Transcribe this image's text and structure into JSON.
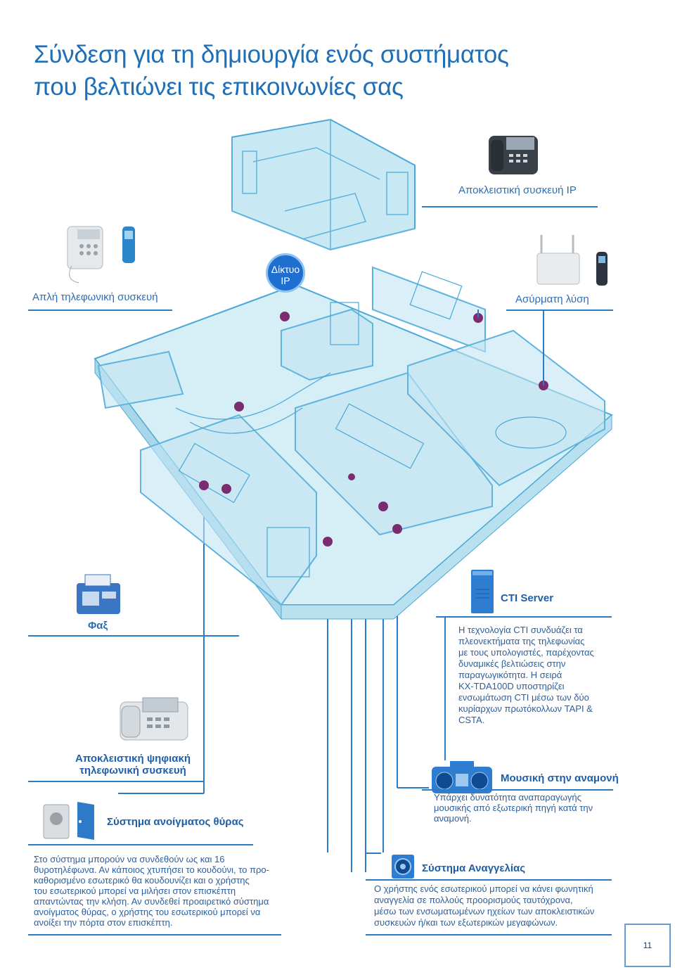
{
  "title": {
    "line1": "Σύνδεση για τη δημιουργία ενός συστήματος",
    "line2": "που βελτιώνει τις επικοινωνίες σας"
  },
  "ip_network": {
    "line1": "Δίκτυο",
    "line2": "IP"
  },
  "labels": {
    "ip_phone": "Αποκλειστική συσκευή IP",
    "analog_phone": "Απλή τηλεφωνική συσκευή",
    "wireless": "Ασύρματη λύση",
    "fax": "Φαξ",
    "digital_phone_1": "Αποκλειστική ψηφιακή",
    "digital_phone_2": "τηλεφωνική συσκευή",
    "door": "Σύστημα ανοίγματος θύρας",
    "music": "Μουσική στην αναμονή",
    "cti": "CTI Server",
    "paging": "Σύστημα Αναγγελίας"
  },
  "descriptions": {
    "cti": [
      "Η τεχνολογία CTI συνδυάζει τα",
      "πλεονεκτήματα της τηλεφωνίας",
      "με τους υπολογιστές, παρέχοντας",
      "δυναμικές βελτιώσεις στην",
      "παραγωγικότητα. Η σειρά",
      "KX-TDA100D υποστηρίζει",
      "ενσωμάτωση CTI μέσω των δύο",
      "κυρίαρχων πρωτόκολλων TAPI &",
      "CSTA."
    ],
    "music": [
      "Υπάρχει δυνατότητα αναπαραγωγής",
      "μουσικής από εξωτερική πηγή κατά την",
      "αναμονή."
    ],
    "door": [
      "Στο σύστημα μπορούν να συνδεθούν ως και 16",
      "θυροτηλέφωνα. Αν κάποιος χτυπήσει το κουδούνι, το προ-",
      "καθορισμένο εσωτερικό θα κουδουνίζει και ο χρήστης",
      "του εσωτερικού μπορεί να μιλήσει στον επισκέπτη",
      "απαντώντας την κλήση. Αν συνδεθεί προαιρετικό σύστημα",
      "ανοίγματος θύρας, ο χρήστης του εσωτερικού μπορεί να",
      "ανοίξει την πόρτα στον επισκέπτη."
    ],
    "paging": [
      "Ο χρήστης ενός εσωτερικού μπορεί να κάνει φωνητική",
      "αναγγελία σε πολλούς προορισμούς ταυτόχρονα,",
      "μέσω των ενσωματωμένων ηχείων των αποκλειστικών",
      "συσκευών ή/και των εξωτερικών μεγαφώνων."
    ]
  },
  "page_number": "11",
  "colors": {
    "accent": "#2b7bc8",
    "node": "#7b2c6f",
    "floor": "#cfeaf2",
    "wall": "#4aa8d8"
  }
}
